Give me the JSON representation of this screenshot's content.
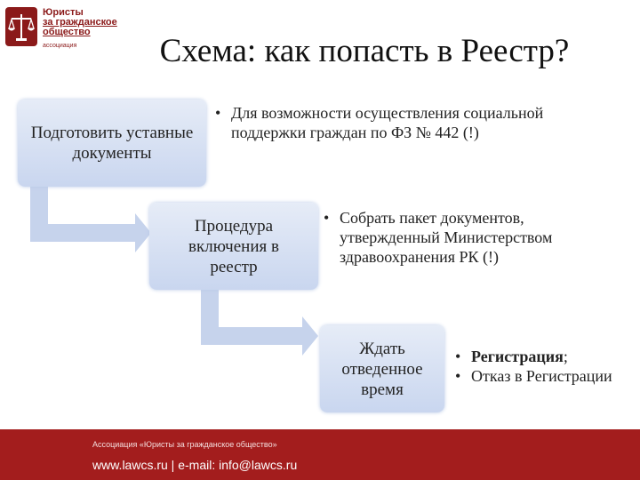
{
  "logo": {
    "line1": "Юристы",
    "line2": "за гражданское",
    "line3": "общество",
    "sub": "ассоциация"
  },
  "title": "Схема: как попасть в Реестр?",
  "steps": [
    {
      "label": "Подготовить уставные документы",
      "bullets": [
        "Для возможности осуществления социальной поддержки граждан по ФЗ № 442 (!)"
      ]
    },
    {
      "label": "Процедура включения в реестр",
      "bullets": [
        "Собрать пакет документов, утвержденный Министерством здравоохранения РК (!)"
      ]
    },
    {
      "label": "Ждать отведенное время",
      "bullets": [
        {
          "bold": "Регистрация",
          "rest": ";"
        },
        {
          "bold": "",
          "rest": "Отказ в Регистрации"
        }
      ]
    }
  ],
  "footer": {
    "org": "Ассоциация «Юристы за гражданское общество»",
    "contacts": "www.lawcs.ru | e-mail: info@lawcs.ru"
  },
  "colors": {
    "box_fill": "#d4deF2",
    "arrow": "#c6d3ec",
    "footer": "#a31d1d",
    "logo": "#8b1a1a"
  }
}
